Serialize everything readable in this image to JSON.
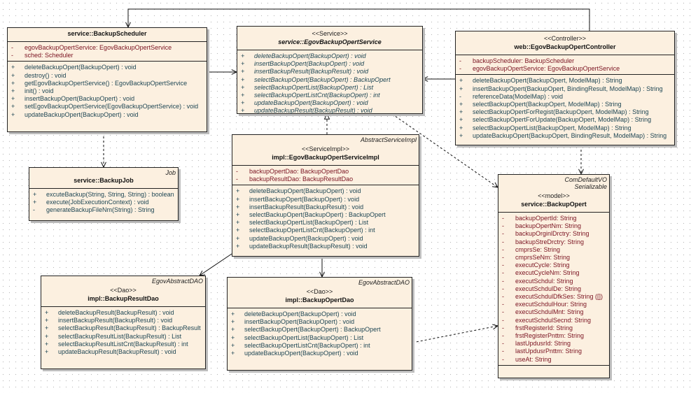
{
  "classes": {
    "scheduler": {
      "name": "service::BackupScheduler",
      "attributes": [
        {
          "vis": "-",
          "text": "egovBackupOpertService:  EgovBackupOpertService"
        },
        {
          "vis": "-",
          "text": "sched:  Scheduler"
        }
      ],
      "operations": [
        {
          "vis": "+",
          "text": "deleteBackupOpert(BackupOpert) : void"
        },
        {
          "vis": "+",
          "text": "destroy() : void"
        },
        {
          "vis": "+",
          "text": "getEgovBackupOpertService() : EgovBackupOpertService"
        },
        {
          "vis": "+",
          "text": "init() : void"
        },
        {
          "vis": "+",
          "text": "insertBackupOpert(BackupOpert) : void"
        },
        {
          "vis": "+",
          "text": "setEgovBackupOpertService(EgovBackupOpertService) : void"
        },
        {
          "vis": "+",
          "text": "updateBackupOpert(BackupOpert) : void"
        }
      ]
    },
    "service": {
      "stereotype": "<<Service>>",
      "name": "service::EgovBackupOpertService",
      "abstract": true,
      "operations": [
        {
          "vis": "+",
          "text": "deleteBackupOpert(BackupOpert) : void"
        },
        {
          "vis": "+",
          "text": "insertBackupOpert(BackupOpert) : void"
        },
        {
          "vis": "+",
          "text": "insertBackupResult(BackupResult) : void"
        },
        {
          "vis": "+",
          "text": "selectBackupOpert(BackupOpert) : BackupOpert"
        },
        {
          "vis": "+",
          "text": "selectBackupOpertList(BackupOpert) : List"
        },
        {
          "vis": "+",
          "text": "selectBackupOpertListCnt(BackupOpert) : int"
        },
        {
          "vis": "+",
          "text": "updateBackupOpert(BackupOpert) : void"
        },
        {
          "vis": "+",
          "text": "updateBackupResult(BackupResult) : void"
        }
      ]
    },
    "controller": {
      "stereotype": "<<Controller>>",
      "name": "web::EgovBackupOpertController",
      "attributes": [
        {
          "vis": "-",
          "text": "backupScheduler:  BackupScheduler"
        },
        {
          "vis": "-",
          "text": "egovBackupOpertService:  EgovBackupOpertService"
        }
      ],
      "operations": [
        {
          "vis": "+",
          "text": "deleteBackupOpert(BackupOpert, ModelMap) : String"
        },
        {
          "vis": "+",
          "text": "insertBackupOpert(BackupOpert, BindingResult, ModelMap) : String"
        },
        {
          "vis": "-",
          "text": "referenceData(ModelMap) : void"
        },
        {
          "vis": "+",
          "text": "selectBackupOpert(BackupOpert, ModelMap) : String"
        },
        {
          "vis": "+",
          "text": "selectBackupOpertForRegist(BackupOpert, ModelMap) : String"
        },
        {
          "vis": "+",
          "text": "selectBackupOpertForUpdate(BackupOpert, ModelMap) : String"
        },
        {
          "vis": "+",
          "text": "selectBackupOpertList(BackupOpert, ModelMap) : String"
        },
        {
          "vis": "+",
          "text": "updateBackupOpert(BackupOpert, BindingResult, ModelMap) : String"
        }
      ]
    },
    "serviceImpl": {
      "parents": [
        "AbstractServiceImpl"
      ],
      "stereotype": "<<ServiceImpl>>",
      "name": "impl::EgovBackupOpertServiceImpl",
      "attributes": [
        {
          "vis": "-",
          "text": "backupOpertDao:  BackupOpertDao"
        },
        {
          "vis": "-",
          "text": "backupResultDao:  BackupResultDao"
        }
      ],
      "operations": [
        {
          "vis": "+",
          "text": "deleteBackupOpert(BackupOpert) : void"
        },
        {
          "vis": "+",
          "text": "insertBackupOpert(BackupOpert) : void"
        },
        {
          "vis": "+",
          "text": "insertBackupResult(BackupResult) : void"
        },
        {
          "vis": "+",
          "text": "selectBackupOpert(BackupOpert) : BackupOpert"
        },
        {
          "vis": "+",
          "text": "selectBackupOpertList(BackupOpert) : List"
        },
        {
          "vis": "+",
          "text": "selectBackupOpertListCnt(BackupOpert) : int"
        },
        {
          "vis": "+",
          "text": "updateBackupOpert(BackupOpert) : void"
        },
        {
          "vis": "+",
          "text": "updateBackupResult(BackupResult) : void"
        }
      ]
    },
    "job": {
      "parents": [
        "Job"
      ],
      "name": "service::BackupJob",
      "operations": [
        {
          "vis": "+",
          "text": "excuteBackup(String, String, String) : boolean"
        },
        {
          "vis": "+",
          "text": "execute(JobExecutionContext) : void"
        },
        {
          "vis": "-",
          "text": "generateBackupFileNm(String) : String"
        }
      ]
    },
    "model": {
      "parents": [
        "ComDefaultVO",
        "Serializable"
      ],
      "stereotype": "<<model>>",
      "name": "service::BackupOpert",
      "attributes": [
        {
          "vis": "-",
          "text": "backupOpertId:  String"
        },
        {
          "vis": "-",
          "text": "backupOpertNm:  String"
        },
        {
          "vis": "-",
          "text": "backupOrginlDrctry:  String"
        },
        {
          "vis": "-",
          "text": "backupStreDrctry:  String"
        },
        {
          "vis": "-",
          "text": "cmprsSe:  String"
        },
        {
          "vis": "-",
          "text": "cmprsSeNm:  String"
        },
        {
          "vis": "-",
          "text": "executCycle:  String"
        },
        {
          "vis": "-",
          "text": "executCycleNm:  String"
        },
        {
          "vis": "-",
          "text": "executSchdul:  String"
        },
        {
          "vis": "-",
          "text": "executSchdulDe:  String"
        },
        {
          "vis": "-",
          "text": "executSchdulDfkSes:  String ([])"
        },
        {
          "vis": "-",
          "text": "executSchdulHour:  String"
        },
        {
          "vis": "-",
          "text": "executSchdulMnt:  String"
        },
        {
          "vis": "-",
          "text": "executSchdulSecnd:  String"
        },
        {
          "vis": "-",
          "text": "frstRegisterId:  String"
        },
        {
          "vis": "-",
          "text": "frstRegisterPnttm:  String"
        },
        {
          "vis": "-",
          "text": "lastUpdusrId:  String"
        },
        {
          "vis": "-",
          "text": "lastUpdusrPnttm:  String"
        },
        {
          "vis": "-",
          "text": "useAt:  String"
        }
      ]
    },
    "resultDao": {
      "parents": [
        "EgovAbstractDAO"
      ],
      "stereotype": "<<Dao>>",
      "name": "impl::BackupResultDao",
      "operations": [
        {
          "vis": "+",
          "text": "deleteBackupResult(BackupResult) : void"
        },
        {
          "vis": "+",
          "text": "insertBackupResult(BackupResult) : void"
        },
        {
          "vis": "+",
          "text": "selectBackupResult(BackupResult) : BackupResult"
        },
        {
          "vis": "+",
          "text": "selectBackupResultList(BackupResult) : List"
        },
        {
          "vis": "+",
          "text": "selectBackupResultListCnt(BackupResult) : int"
        },
        {
          "vis": "+",
          "text": "updateBackupResult(BackupResult) : void"
        }
      ]
    },
    "opertDao": {
      "parents": [
        "EgovAbstractDAO"
      ],
      "stereotype": "<<Dao>>",
      "name": "impl::BackupOpertDao",
      "operations": [
        {
          "vis": "+",
          "text": "deleteBackupOpert(BackupOpert) : void"
        },
        {
          "vis": "+",
          "text": "insertBackupOpert(BackupOpert) : void"
        },
        {
          "vis": "+",
          "text": "selectBackupOpert(BackupOpert) : BackupOpert"
        },
        {
          "vis": "+",
          "text": "selectBackupOpertList(BackupOpert) : List"
        },
        {
          "vis": "+",
          "text": "selectBackupOpertListCnt(BackupOpert) : int"
        },
        {
          "vis": "+",
          "text": "updateBackupOpert(BackupOpert) : void"
        }
      ]
    }
  },
  "relations": [
    {
      "from": "controller",
      "to": "scheduler",
      "kind": "association"
    },
    {
      "from": "scheduler",
      "to": "service",
      "kind": "association"
    },
    {
      "from": "controller",
      "to": "service",
      "kind": "association"
    },
    {
      "from": "serviceImpl",
      "to": "service",
      "kind": "realization"
    },
    {
      "from": "scheduler",
      "to": "job",
      "kind": "dependency"
    },
    {
      "from": "service",
      "to": "model",
      "kind": "dependency"
    },
    {
      "from": "controller",
      "to": "model",
      "kind": "dependency"
    },
    {
      "from": "serviceImpl",
      "to": "resultDao",
      "kind": "association"
    },
    {
      "from": "serviceImpl",
      "to": "opertDao",
      "kind": "association"
    },
    {
      "from": "opertDao",
      "to": "model",
      "kind": "dependency"
    }
  ],
  "colors": {
    "fill": "#fcf0e0",
    "attribute": "#7a1220",
    "operation": "#1e4654",
    "line": "#111111"
  }
}
